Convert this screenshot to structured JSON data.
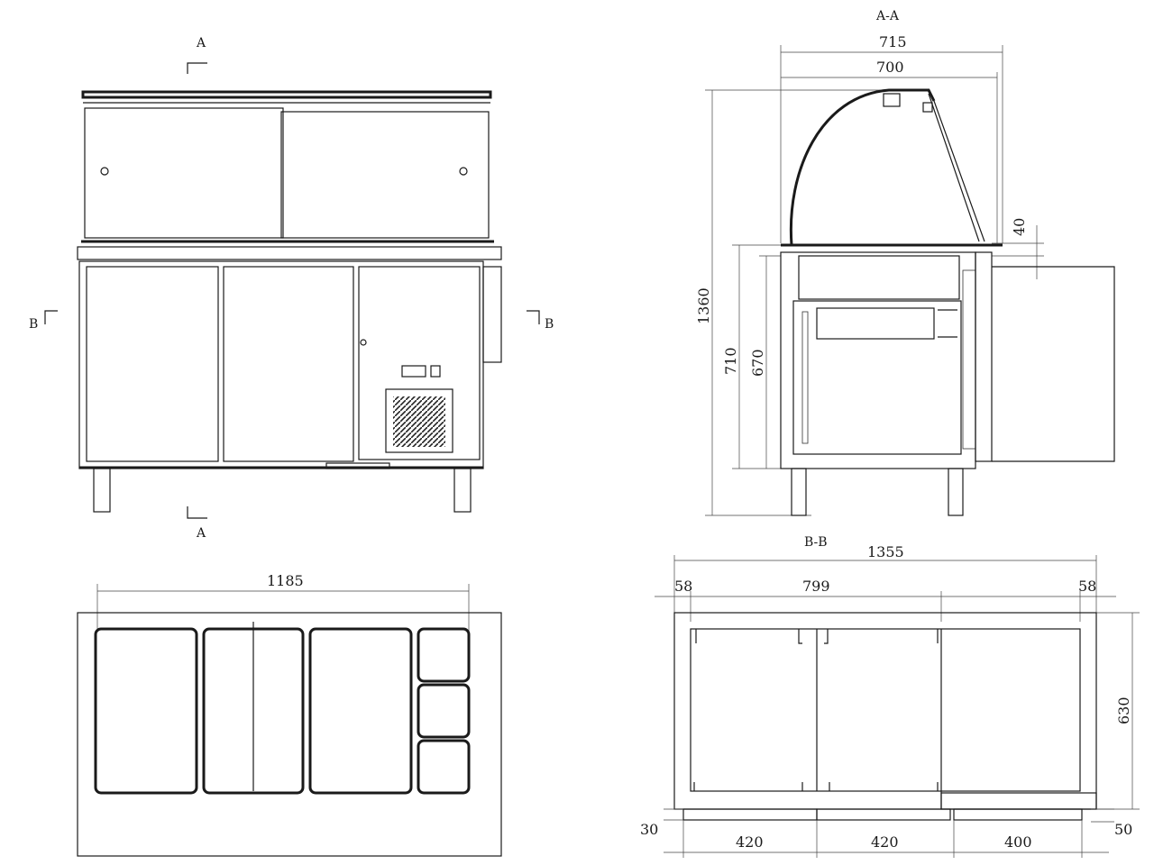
{
  "labels": {
    "section_a": "A",
    "section_b": "B",
    "section_aa": "A-A",
    "section_bb": "B-B"
  },
  "dims": {
    "d715": "715",
    "d700": "700",
    "d1360": "1360",
    "d40": "40",
    "d710": "710",
    "d670": "670",
    "d1185": "1185",
    "d1355": "1355",
    "d58a": "58",
    "d799": "799",
    "d58b": "58",
    "d630": "630",
    "d30": "30",
    "d420a": "420",
    "d420b": "420",
    "d400": "400",
    "d50": "50"
  }
}
